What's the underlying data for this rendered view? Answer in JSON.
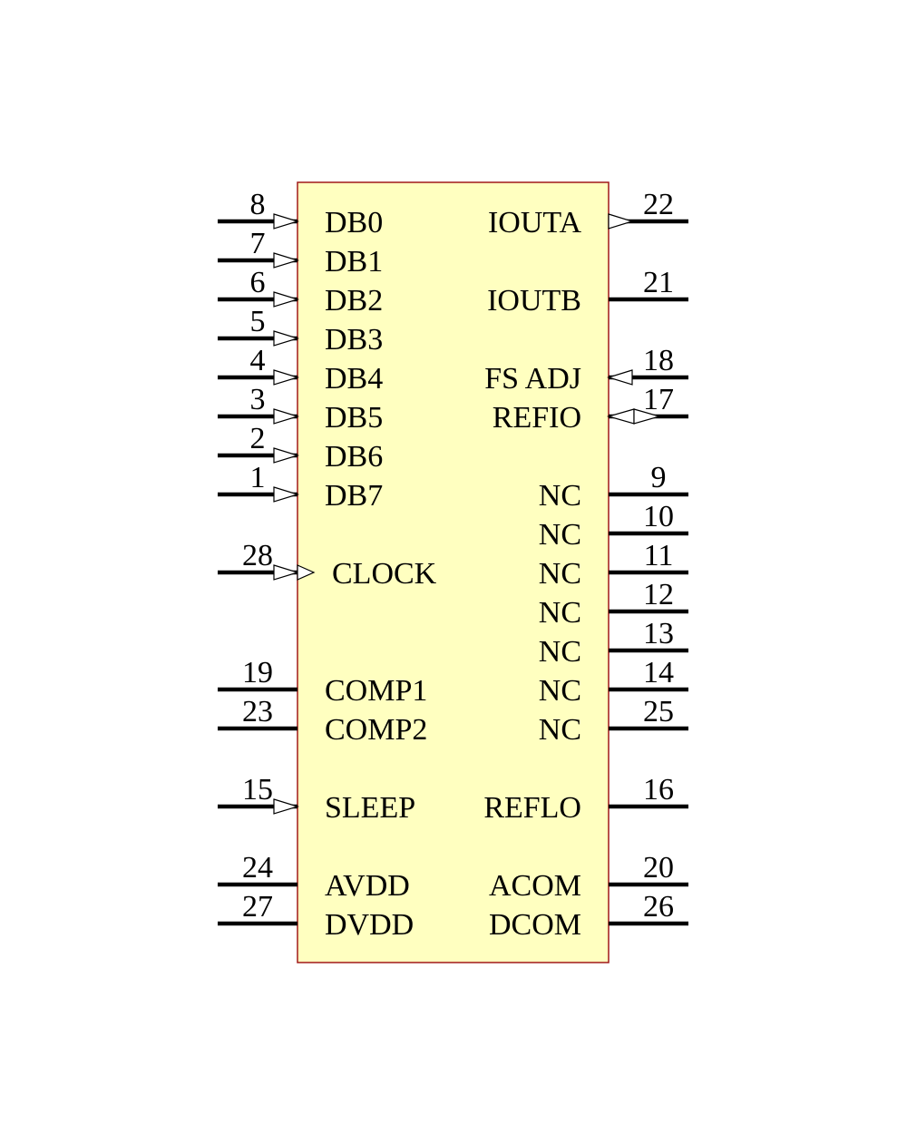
{
  "component": {
    "body_fill": "#ffffc0",
    "body_stroke": "#a01818"
  },
  "left_pins": [
    {
      "num": "8",
      "label": "DB0",
      "arrow": "in"
    },
    {
      "num": "7",
      "label": "DB1",
      "arrow": "in"
    },
    {
      "num": "6",
      "label": "DB2",
      "arrow": "in"
    },
    {
      "num": "5",
      "label": "DB3",
      "arrow": "in"
    },
    {
      "num": "4",
      "label": "DB4",
      "arrow": "in"
    },
    {
      "num": "3",
      "label": "DB5",
      "arrow": "in"
    },
    {
      "num": "2",
      "label": "DB6",
      "arrow": "in"
    },
    {
      "num": "1",
      "label": "DB7",
      "arrow": "in"
    },
    {
      "num": "28",
      "label": "CLOCK",
      "arrow": "clock"
    },
    {
      "num": "19",
      "label": "COMP1",
      "arrow": "none"
    },
    {
      "num": "23",
      "label": "COMP2",
      "arrow": "none"
    },
    {
      "num": "15",
      "label": "SLEEP",
      "arrow": "in"
    },
    {
      "num": "24",
      "label": "AVDD",
      "arrow": "none"
    },
    {
      "num": "27",
      "label": "DVDD",
      "arrow": "none"
    }
  ],
  "right_pins": [
    {
      "num": "22",
      "label": "IOUTA",
      "arrow": "out"
    },
    {
      "num": "21",
      "label": "IOUTB",
      "arrow": "none"
    },
    {
      "num": "18",
      "label": "FS ADJ",
      "arrow": "in"
    },
    {
      "num": "17",
      "label": "REFIO",
      "arrow": "bidir"
    },
    {
      "num": "9",
      "label": "NC",
      "arrow": "none"
    },
    {
      "num": "10",
      "label": "NC",
      "arrow": "none"
    },
    {
      "num": "11",
      "label": "NC",
      "arrow": "none"
    },
    {
      "num": "12",
      "label": "NC",
      "arrow": "none"
    },
    {
      "num": "13",
      "label": "NC",
      "arrow": "none"
    },
    {
      "num": "14",
      "label": "NC",
      "arrow": "none"
    },
    {
      "num": "25",
      "label": "NC",
      "arrow": "none"
    },
    {
      "num": "16",
      "label": "REFLO",
      "arrow": "none"
    },
    {
      "num": "20",
      "label": "ACOM",
      "arrow": "none"
    },
    {
      "num": "26",
      "label": "DCOM",
      "arrow": "none"
    }
  ]
}
